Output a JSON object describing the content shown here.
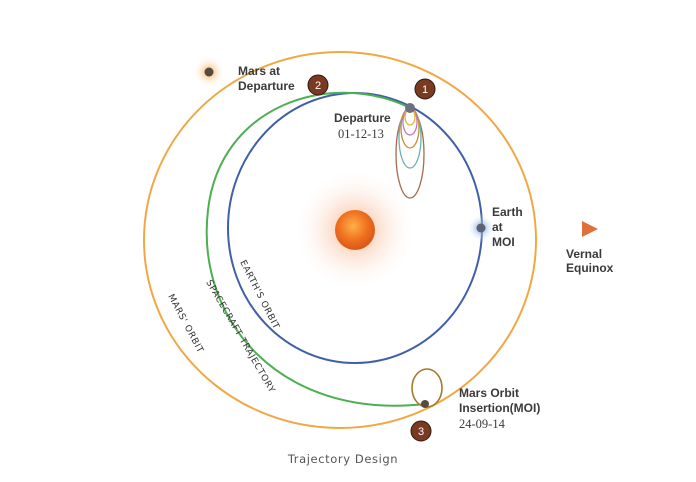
{
  "labels": {
    "mars_at_departure_1": "Mars at",
    "mars_at_departure_2": "Departure",
    "departure_title": "Departure",
    "departure_date": "01-12-13",
    "earth_at_moi_1": "Earth",
    "earth_at_moi_2": "at",
    "earth_at_moi_3": "MOI",
    "vernal_1": "Vernal",
    "vernal_2": "Equinox",
    "moi_1": "Mars Orbit",
    "moi_2": "Insertion(MOI)",
    "moi_date": "24-09-14"
  },
  "orbit_labels": {
    "earth_orbit": "EARTH'S ORBIT",
    "spacecraft_trajectory": "SPACECRAFT TRAJECTORY",
    "mars_orbit": "MARS' ORBIT"
  },
  "badges": {
    "one": "1",
    "two": "2",
    "three": "3"
  },
  "caption": "Trajectory Design",
  "colors": {
    "mars_orbit": "#f0a844",
    "earth_orbit": "#3f5fa8",
    "spacecraft_trajectory": "#4caf50",
    "sun": "#f07a26",
    "badge_fill": "#7a3a22",
    "vernal_arrow": "#e0703a"
  }
}
